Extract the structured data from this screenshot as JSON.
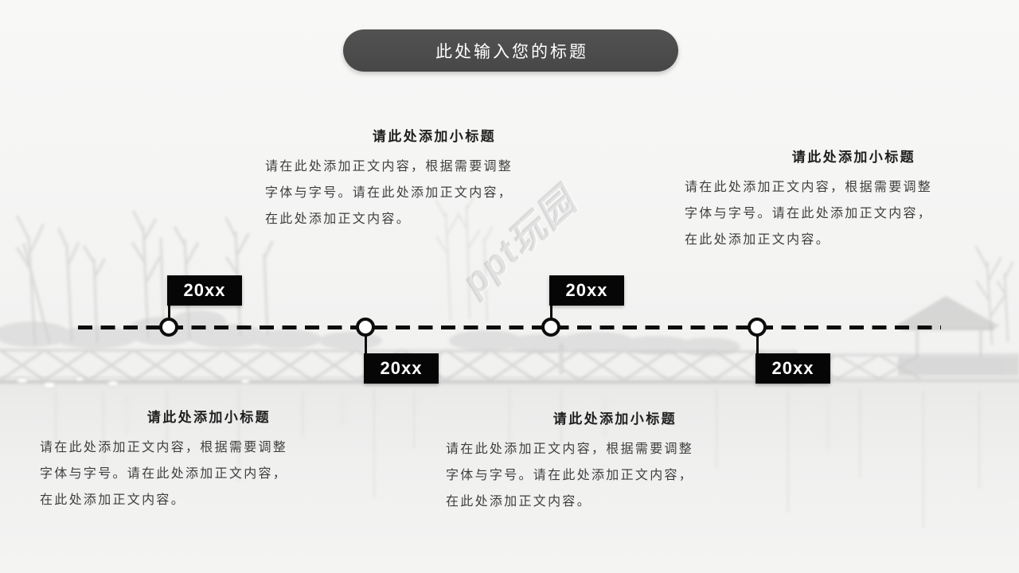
{
  "slide": {
    "title": "此处输入您的标题",
    "watermark": "ppt玩园"
  },
  "timeline": {
    "nodes": [
      {
        "label": "20xx",
        "position": "above"
      },
      {
        "label": "20xx",
        "position": "below"
      },
      {
        "label": "20xx",
        "position": "above"
      },
      {
        "label": "20xx",
        "position": "below"
      }
    ]
  },
  "blocks": [
    {
      "position": "top-left",
      "heading": "请此处添加小标题",
      "body": "请在此处添加正文内容，根据需要调整\n字体与字号。请在此处添加正文内容，\n在此处添加正文内容。"
    },
    {
      "position": "top-right",
      "heading": "请此处添加小标题",
      "body": "请在此处添加正文内容，根据需要调整\n字体与字号。请在此处添加正文内容，\n在此处添加正文内容。"
    },
    {
      "position": "bottom-left",
      "heading": "请此处添加小标题",
      "body": "请在此处添加正文内容，根据需要调整\n字体与字号。请在此处添加正文内容，\n在此处添加正文内容。"
    },
    {
      "position": "bottom-middle",
      "heading": "请此处添加小标题",
      "body": "请在此处添加正文内容，根据需要调整\n字体与字号。请在此处添加正文内容，\n在此处添加正文内容。"
    }
  ],
  "colors": {
    "title_pill_bg": "#4b4b4b",
    "title_text": "#ffffff",
    "year_badge_bg": "#060606",
    "year_badge_text": "#ffffff",
    "timeline_line": "#0d0d0d",
    "heading_text": "#1f1f1f",
    "body_text": "#3e3e3e",
    "background": "#f3f3f2"
  }
}
